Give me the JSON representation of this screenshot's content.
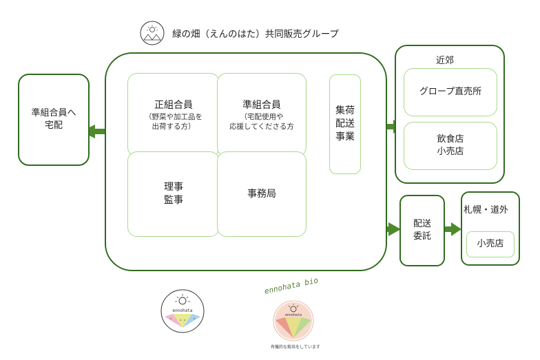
{
  "title": "緑の畑（えんのはた）共同販売グループ",
  "main_group": {
    "sei_kumiai": {
      "label": "正組合員",
      "note": [
        "（野菜や加工品を",
        "出荷する方）"
      ]
    },
    "jun_kumiai": {
      "label": "準組合員",
      "note": [
        "（宅配使用や",
        "応援してくださる方"
      ]
    },
    "riji": [
      "理事",
      "監事"
    ],
    "jimukyoku": "事務局",
    "shuka": [
      "集荷",
      "配送",
      "事業"
    ]
  },
  "left_box": [
    "準組合員へ",
    "宅配"
  ],
  "kinko": {
    "label": "近郊",
    "group_store": "グロープ直売所",
    "restaurant": [
      "飲食店",
      "小売店"
    ]
  },
  "haiso_itaku": [
    "配送",
    "委託"
  ],
  "sapporo": {
    "label": "札幌・道外",
    "shop": "小売店"
  },
  "logo_left": {
    "brand_text": "ennohata"
  },
  "logo_right": {
    "brand_text": "ennohata bio",
    "caption": "有機的な栽培をしています"
  },
  "colors": {
    "arrow": "#4e8a2c",
    "dark_border": "#2f6b1e",
    "light_border": "#a8d98a"
  }
}
